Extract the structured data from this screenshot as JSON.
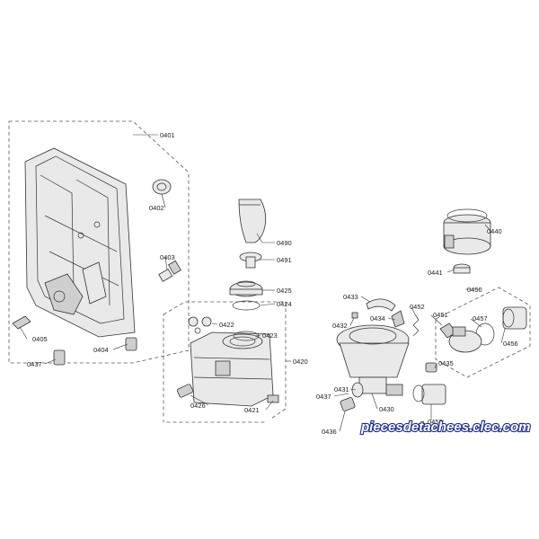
{
  "labels": {
    "p0401": "0401",
    "p0402": "0402",
    "p0403": "0403",
    "p0404": "0404",
    "p0405": "0405",
    "p0437a": "0437",
    "p0490": "0490",
    "p0491": "0491",
    "p0425": "0425",
    "p0424": "0424",
    "p0422": "0422",
    "p0423": "0423",
    "p0420": "0420",
    "p0426": "0426",
    "p0421": "0421",
    "p0440": "0440",
    "p0441": "0441",
    "p0450": "0450",
    "p0433": "0433",
    "p0434": "0434",
    "p0432": "0432",
    "p0452": "0452",
    "p0451": "0451",
    "p0457": "0457",
    "p0456": "0456",
    "p0435": "0435",
    "p0431": "0431",
    "p0437b": "0437",
    "p0430": "0430",
    "p0436": "0436",
    "p0453": "0453"
  },
  "watermark": "piecesdetachees.clec.com",
  "colors": {
    "line": "#333333",
    "part_fill": "#e9e9e9",
    "watermark_outline": "#1b2b8f"
  }
}
